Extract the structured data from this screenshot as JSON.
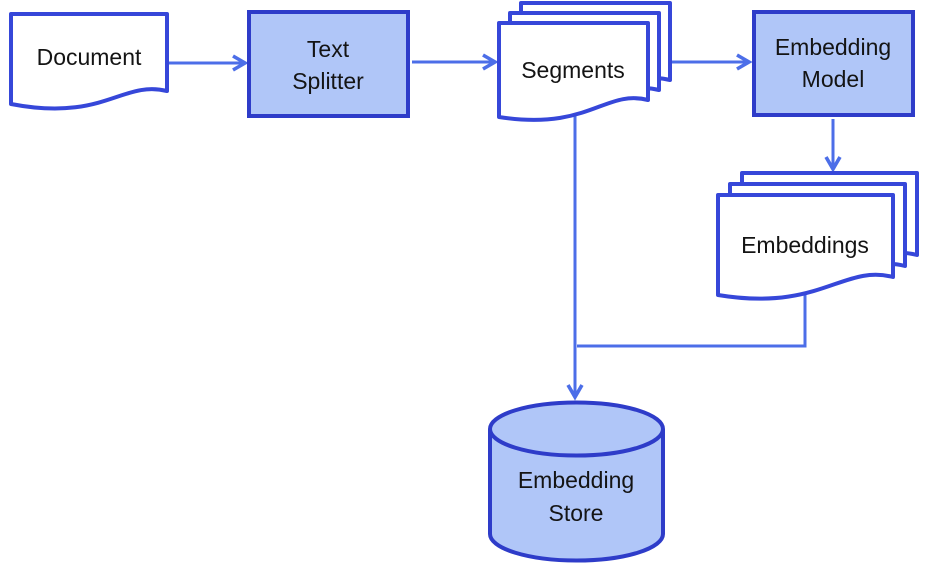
{
  "colors": {
    "node_fill": "#b0c6f8",
    "node_border": "#2e3cc9",
    "doc_fill": "#ffffff",
    "doc_border": "#3647d9",
    "connector": "#4c6ee8",
    "ink": "#141414",
    "background": "#ffffff"
  },
  "nodes": {
    "document": {
      "shape": "document",
      "lines": [
        "Document"
      ]
    },
    "text_splitter": {
      "shape": "rectangle",
      "lines": [
        "Text",
        "Splitter"
      ]
    },
    "segments": {
      "shape": "document-stack",
      "lines": [
        "Segments"
      ]
    },
    "embedding_model": {
      "shape": "rectangle",
      "lines": [
        "Embedding",
        "Model"
      ]
    },
    "embeddings": {
      "shape": "document-stack",
      "lines": [
        "Embeddings"
      ]
    },
    "embedding_store": {
      "shape": "cylinder",
      "lines": [
        "Embedding",
        "Store"
      ]
    }
  },
  "edges": [
    {
      "from": "document",
      "to": "text_splitter",
      "arrow": true
    },
    {
      "from": "text_splitter",
      "to": "segments",
      "arrow": true
    },
    {
      "from": "segments",
      "to": "embedding_model",
      "arrow": true
    },
    {
      "from": "embedding_model",
      "to": "embeddings",
      "arrow": true
    },
    {
      "from": "segments",
      "to": "embedding_store",
      "arrow": true
    },
    {
      "from": "embeddings",
      "to": "embedding_store",
      "arrow": false
    }
  ]
}
